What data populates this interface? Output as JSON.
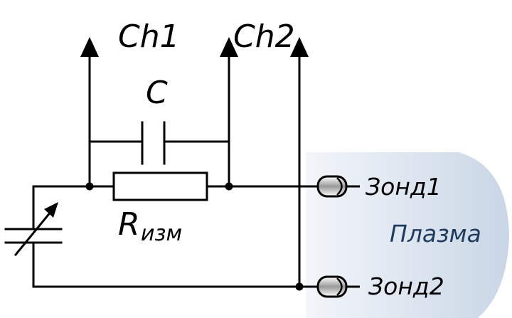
{
  "labels": {
    "channel_1": "Ch1",
    "channel_2": "Ch2",
    "capacitor": "C",
    "resistor_main": "R",
    "resistor_sub": "изм",
    "probe_1": "Зонд1",
    "probe_2": "Зонд2",
    "plasma": "Плазма"
  },
  "colors": {
    "wire": "#000000",
    "plasma_fill_light": "#f3f6fa",
    "plasma_fill_dark": "#c9d6e6",
    "plasma_text": "#1f3a5f",
    "probe_fill_light": "#ffffff",
    "probe_fill_dark": "#9a9a9a"
  }
}
